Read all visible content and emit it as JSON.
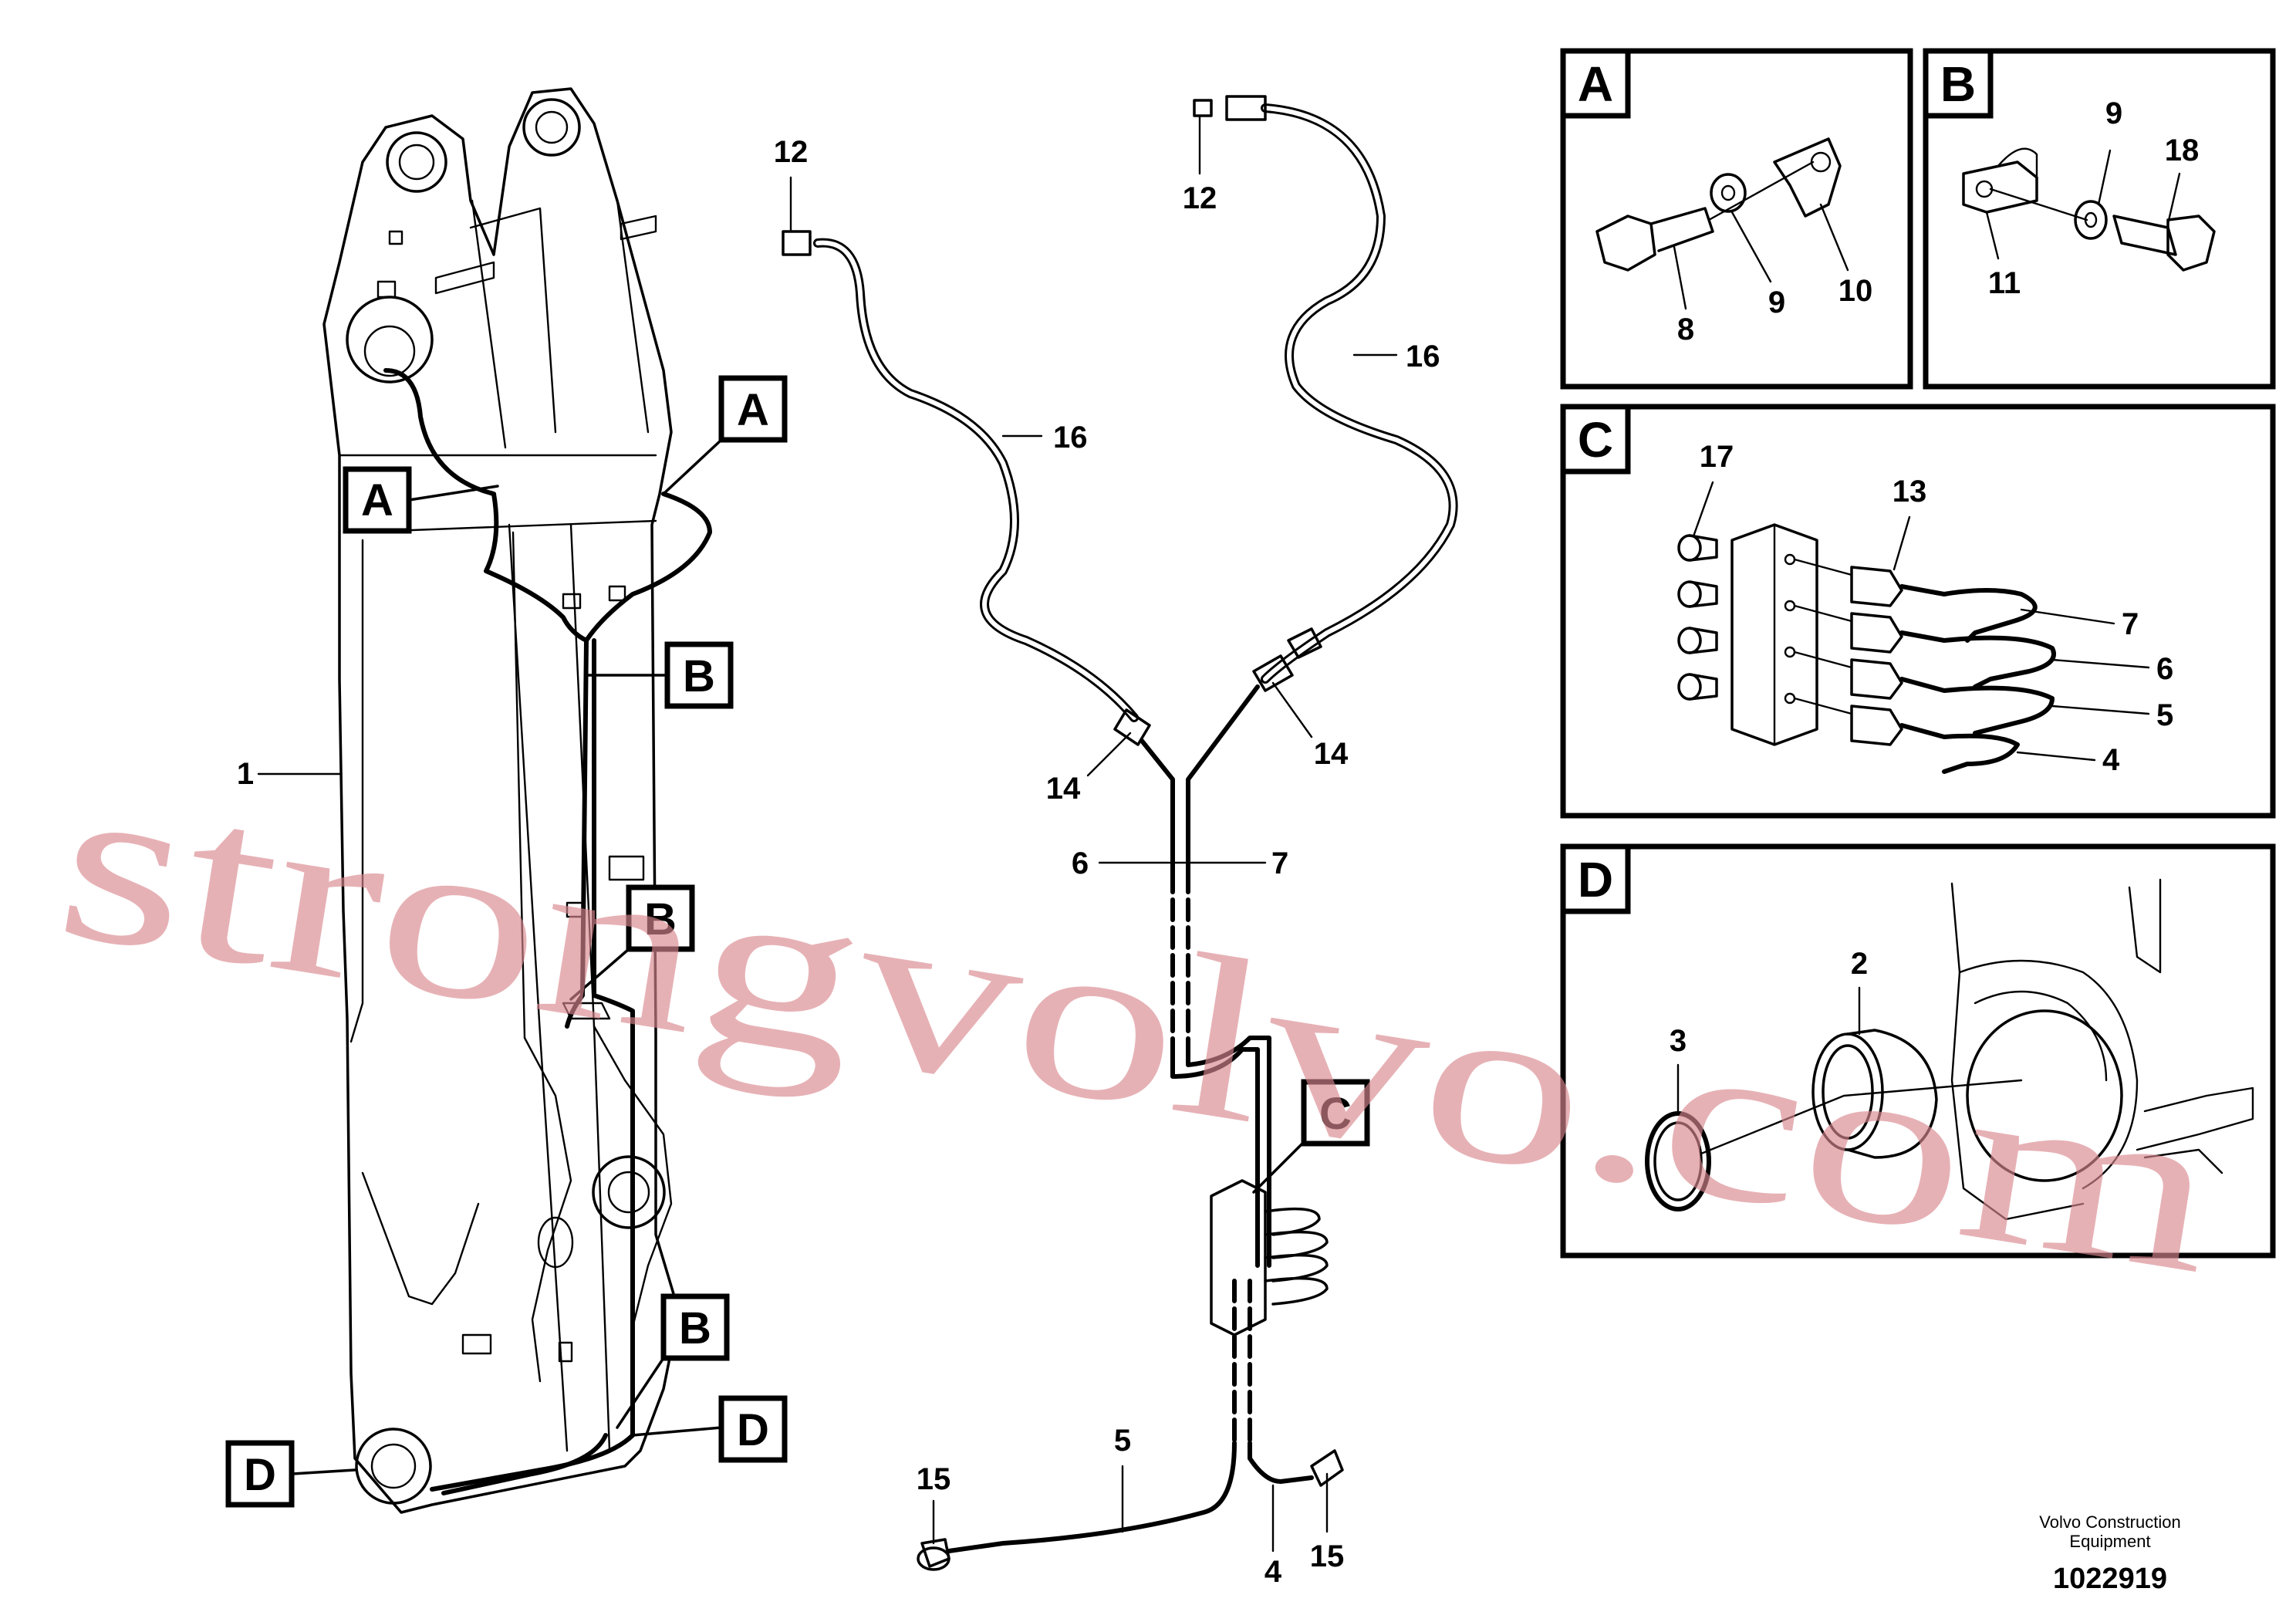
{
  "watermark": "strongvolvo.com",
  "footer": {
    "company_line1": "Volvo Construction",
    "company_line2": "Equipment",
    "doc_number": "1022919"
  },
  "callouts": {
    "A": "A",
    "B": "B",
    "C": "C",
    "D": "D"
  },
  "parts": {
    "p1": "1",
    "p2": "2",
    "p3": "3",
    "p4": "4",
    "p5": "5",
    "p6": "6",
    "p7": "7",
    "p8": "8",
    "p9": "9",
    "p10": "10",
    "p11": "11",
    "p12": "12",
    "p13": "13",
    "p14": "14",
    "p15": "15",
    "p16": "16",
    "p17": "17",
    "p18": "18"
  },
  "detail_panels": {
    "A": "A",
    "B": "B",
    "C": "C",
    "D": "D"
  }
}
